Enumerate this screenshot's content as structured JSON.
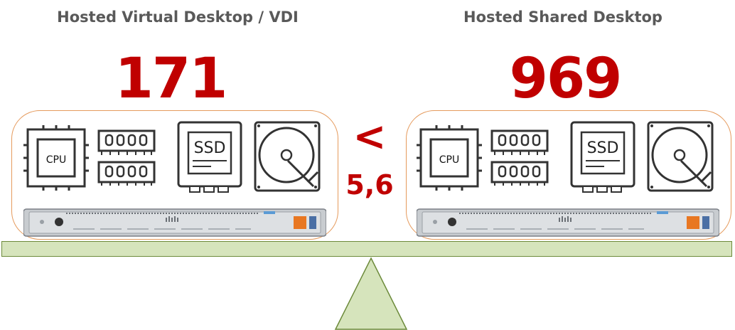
{
  "left": {
    "title": "Hosted Virtual Desktop / VDI",
    "count": "171",
    "components": {
      "cpu_label": "CPU",
      "ssd_label": "SSD"
    }
  },
  "right": {
    "title": "Hosted Shared Desktop",
    "count": "969",
    "components": {
      "cpu_label": "CPU",
      "ssd_label": "SSD"
    }
  },
  "comparison": {
    "symbol": "<",
    "ratio": "5,6"
  },
  "colors": {
    "accent": "#c00000",
    "panel_border": "#e59a5c",
    "beam": "#d6e4bc",
    "beam_border": "#6c8a3a",
    "title": "#595959"
  },
  "icons": [
    "cpu-icon",
    "memory-icon",
    "ssd-icon",
    "hdd-icon",
    "server-icon"
  ]
}
